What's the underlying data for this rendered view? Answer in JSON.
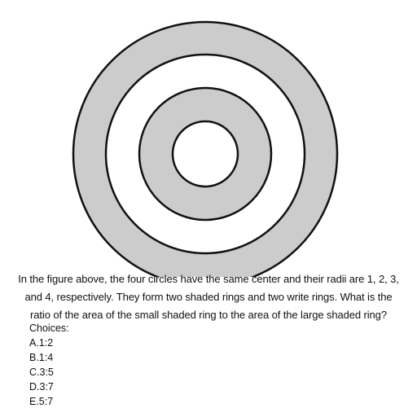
{
  "figure": {
    "shaded_fill": "#cccccc",
    "unshaded_fill": "#ffffff",
    "stroke": "#111111",
    "radii": [
      1,
      2,
      3,
      4
    ],
    "shaded_rings": [
      [
        1,
        2
      ],
      [
        3,
        4
      ]
    ]
  },
  "question": {
    "lines": [
      "In the figure above, the four circles have the same center and their radii are 1, 2, 3,",
      "and 4, respectively. They form two shaded rings and two write rings. What is the",
      "ratio of the area of the small shaded ring to the area of the large shaded ring?"
    ]
  },
  "choices": {
    "label": "Choices:",
    "items": [
      "A.1:2",
      "B.1:4",
      "C.3:5",
      "D.3:7",
      "E.5:7"
    ]
  }
}
